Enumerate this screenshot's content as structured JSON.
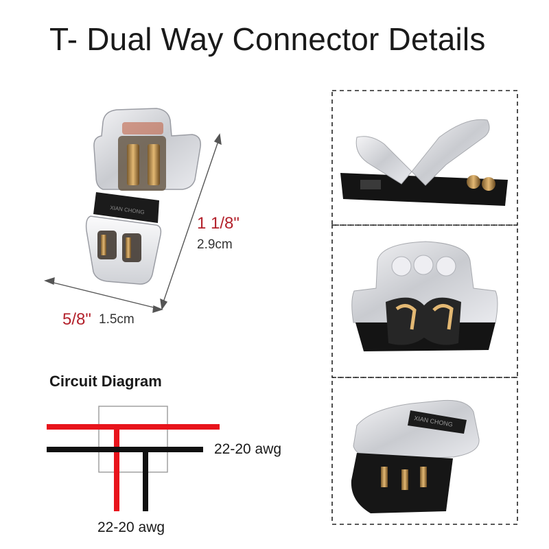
{
  "title": "T- Dual Way Connector Details",
  "dimensions": {
    "height_in": "1 1/8\"",
    "height_cm": "2.9cm",
    "width_in": "5/8\"",
    "width_cm": "1.5cm"
  },
  "circuit": {
    "title": "Circuit Diagram",
    "awg_right": "22-20 awg",
    "awg_bottom": "22-20 awg"
  },
  "colors": {
    "red_wire": "#e8141c",
    "black_wire": "#111111",
    "dimension_red": "#b3212b"
  }
}
